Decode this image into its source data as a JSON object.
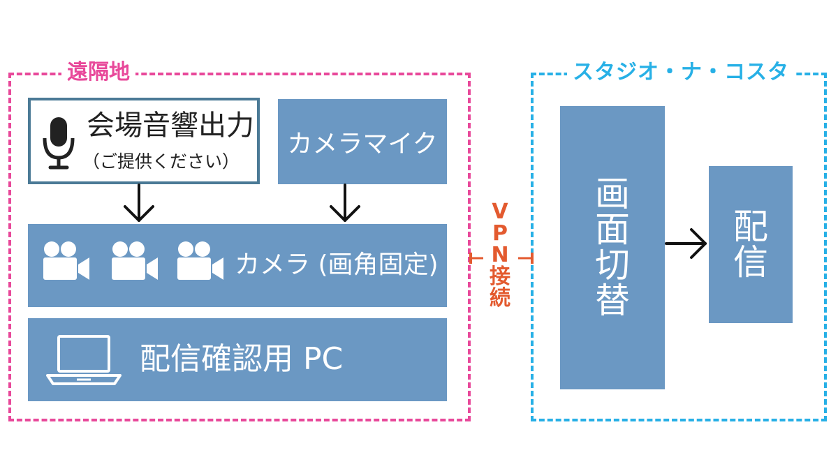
{
  "remote": {
    "label": "遠隔地",
    "venue_audio": {
      "title": "会場音響出力",
      "note": "（ご提供ください）"
    },
    "camera_mic": "カメラマイク",
    "cameras": "カメラ (画角固定)",
    "pc": "配信確認用 PC"
  },
  "studio": {
    "label": "スタジオ・ナ・コスタ",
    "switcher_chars": [
      "画",
      "面",
      "切",
      "替"
    ],
    "distribution_chars": [
      "配",
      "信"
    ]
  },
  "connection": {
    "chars": [
      "V",
      "P",
      "N",
      "接",
      "続"
    ]
  },
  "colors": {
    "remote_frame": "#e8489a",
    "studio_frame": "#27b0e6",
    "box_fill": "#6b98c3",
    "vpn": "#e35a2f",
    "arrow": "#111111"
  },
  "icons": [
    "microphone-icon",
    "video-camera-icon",
    "laptop-icon"
  ]
}
